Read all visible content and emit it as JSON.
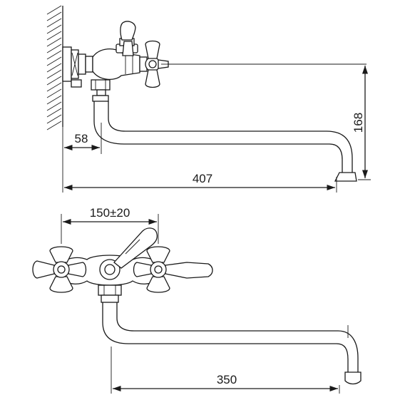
{
  "drawing": {
    "stroke_color": "#1a1a1a",
    "background_color": "#ffffff"
  },
  "side_view": {
    "dim_wall_offset": "58",
    "dim_spout_reach": "407",
    "dim_height": "168"
  },
  "front_view": {
    "dim_centers": "150±20",
    "dim_spout_length": "350"
  }
}
